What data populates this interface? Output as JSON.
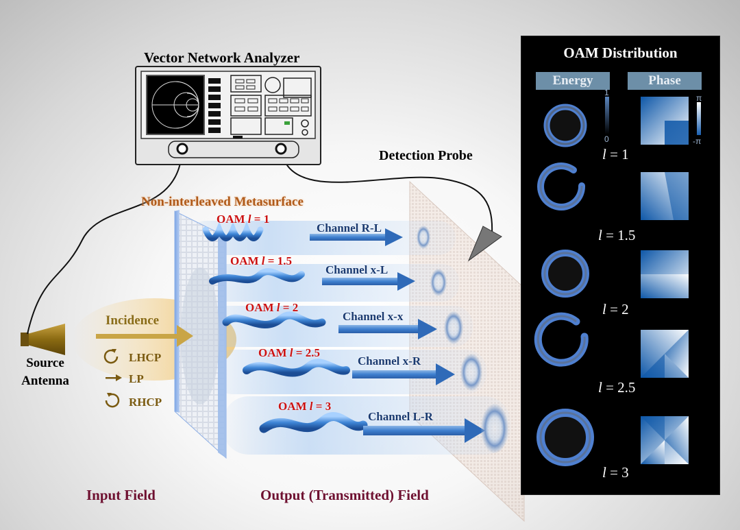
{
  "texts": {
    "vna_title": "Vector Network Analyzer",
    "detection_probe": "Detection Probe",
    "metasurface": "Non-interleaved Metasurface",
    "incidence": "Incidence",
    "source_line1": "Source",
    "source_line2": "Antenna",
    "input_field": "Input Field",
    "output_field": "Output (Transmitted) Field"
  },
  "polarizations": [
    "LHCP",
    "LP",
    "RHCP"
  ],
  "beams": [
    {
      "oam_prefix": "OAM ",
      "oam_l": "l",
      "oam_value": " = 1",
      "channel_prefix": "Channel ",
      "channel_suffix": "R-L"
    },
    {
      "oam_prefix": "OAM ",
      "oam_l": "l",
      "oam_value": " = 1.5",
      "channel_prefix": "Channel ",
      "channel_suffix": "x-L"
    },
    {
      "oam_prefix": "OAM ",
      "oam_l": "l",
      "oam_value": " = 2",
      "channel_prefix": "Channel ",
      "channel_suffix": "x-x"
    },
    {
      "oam_prefix": "OAM ",
      "oam_l": "l",
      "oam_value": " = 2.5",
      "channel_prefix": "Channel ",
      "channel_suffix": "x-R"
    },
    {
      "oam_prefix": "OAM ",
      "oam_l": "l",
      "oam_value": " = 3",
      "channel_prefix": "Channel ",
      "channel_suffix": "L-R"
    }
  ],
  "panel": {
    "title": "OAM Distribution",
    "energy_label": "Energy",
    "phase_label": "Phase",
    "energy_scale_max": "1",
    "energy_scale_min": "0",
    "phase_scale_max": "π",
    "phase_scale_min": "-π",
    "l_symbol": "l",
    "rows": [
      " = 1",
      " = 1.5",
      " = 2",
      " = 2.5",
      " = 3"
    ]
  },
  "colors": {
    "oam_label": "#cc1111",
    "channel_label": "#1a3a70",
    "metasurface_label": "#b05a1a",
    "bottom_label": "#6e1030",
    "panel_header": "#6d8fa8"
  }
}
